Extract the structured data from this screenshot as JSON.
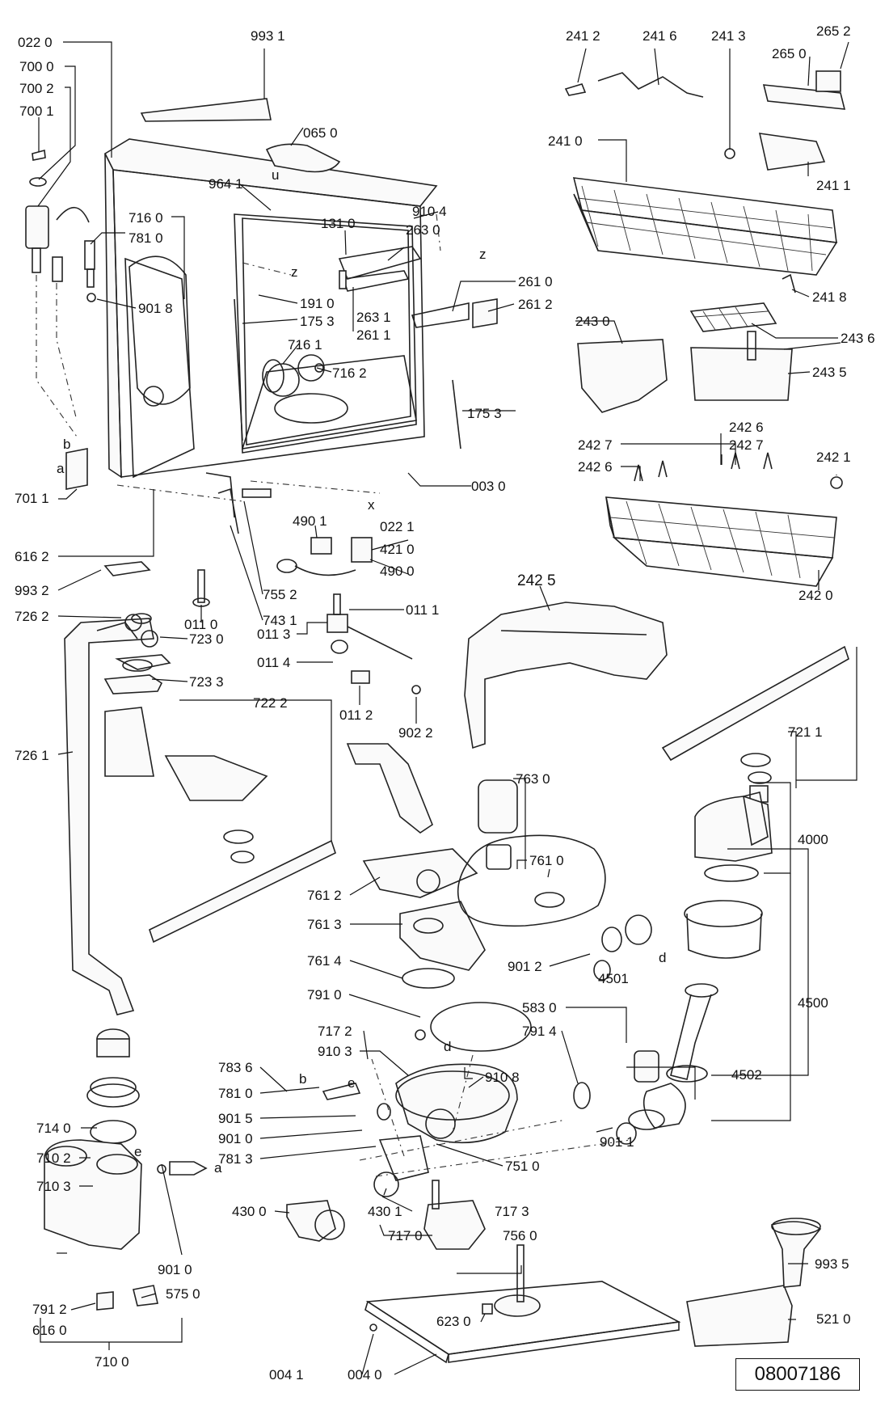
{
  "drawing_number": "08007186",
  "letters": [
    "b",
    "a",
    "x",
    "z",
    "z",
    "d",
    "b",
    "e",
    "e",
    "d",
    "a",
    "u"
  ],
  "labels": {
    "l0220": "022 0",
    "l9931": "993 1",
    "l7000": "700 0",
    "l7002": "700 2",
    "l7001": "700 1",
    "l0650": "065 0",
    "l9641": "964 1",
    "l7160": "716 0",
    "l7810a": "781 0",
    "l1310": "131 0",
    "l9104": "910 4",
    "l2630": "263 0",
    "l2610": "261 0",
    "l2612": "261 2",
    "l9018": "901 8",
    "l1910": "191 0",
    "l1753a": "175 3",
    "l2631": "263 1",
    "l2611": "261 1",
    "l7161": "716 1",
    "l7162": "716 2",
    "l1753b": "175 3",
    "l7011": "701 1",
    "l0030": "003 0",
    "l4901": "490 1",
    "l0221": "022 1",
    "l4210": "421 0",
    "l4900": "490 0",
    "l6162": "616 2",
    "l9932": "993 2",
    "l7552": "755 2",
    "l7431": "743 1",
    "l7262": "726 2",
    "l0110": "011 0",
    "l0111": "011 1",
    "l0113": "011 3",
    "l7230": "723 0",
    "l0114": "011 4",
    "l7233": "723 3",
    "l0112": "011 2",
    "l9022": "902 2",
    "l7222": "722 2",
    "l7261": "726 1",
    "l2412": "241 2",
    "l2416": "241 6",
    "l2413": "241 3",
    "l2652": "265 2",
    "l2650": "265 0",
    "l2410": "241 0",
    "l2411": "241 1",
    "l2418": "241 8",
    "l2430": "243 0",
    "l2436": "243 6",
    "l2435": "243 5",
    "l2426a": "242 6",
    "l2427a": "242 7",
    "l2427b": "242 7",
    "l2426b": "242 6",
    "l2421": "242 1",
    "l2420": "242 0",
    "l2425": "242 5",
    "l7211": "721 1",
    "l7630": "763 0",
    "l7610": "761 0",
    "l4000": "4000",
    "l7612": "761 2",
    "l7613": "761 3",
    "l7614": "761 4",
    "l9012": "901 2",
    "l4501": "4501",
    "l4500": "4500",
    "l7910": "791 0",
    "l5830": "583 0",
    "l7914": "791 4",
    "l7172": "717 2",
    "l9103": "910 3",
    "l9108": "910 8",
    "l4502": "4502",
    "l7836": "783 6",
    "l7810b": "781 0",
    "l9015": "901 5",
    "l9010a": "901 0",
    "l7813": "781 3",
    "l9011": "901 1",
    "l7140": "714 0",
    "l7102": "710 2",
    "l7510": "751 0",
    "l7103": "710 3",
    "l4300": "430 0",
    "l4301": "430 1",
    "l7173": "717 3",
    "l7170": "717 0",
    "l7560": "756 0",
    "l9935": "993 5",
    "l9010b": "901 0",
    "l6230": "623 0",
    "l7912": "791 2",
    "l5750": "575 0",
    "l6160": "616 0",
    "l5210": "521 0",
    "l7100": "710 0",
    "l0041": "004 1",
    "l0040": "004 0"
  }
}
